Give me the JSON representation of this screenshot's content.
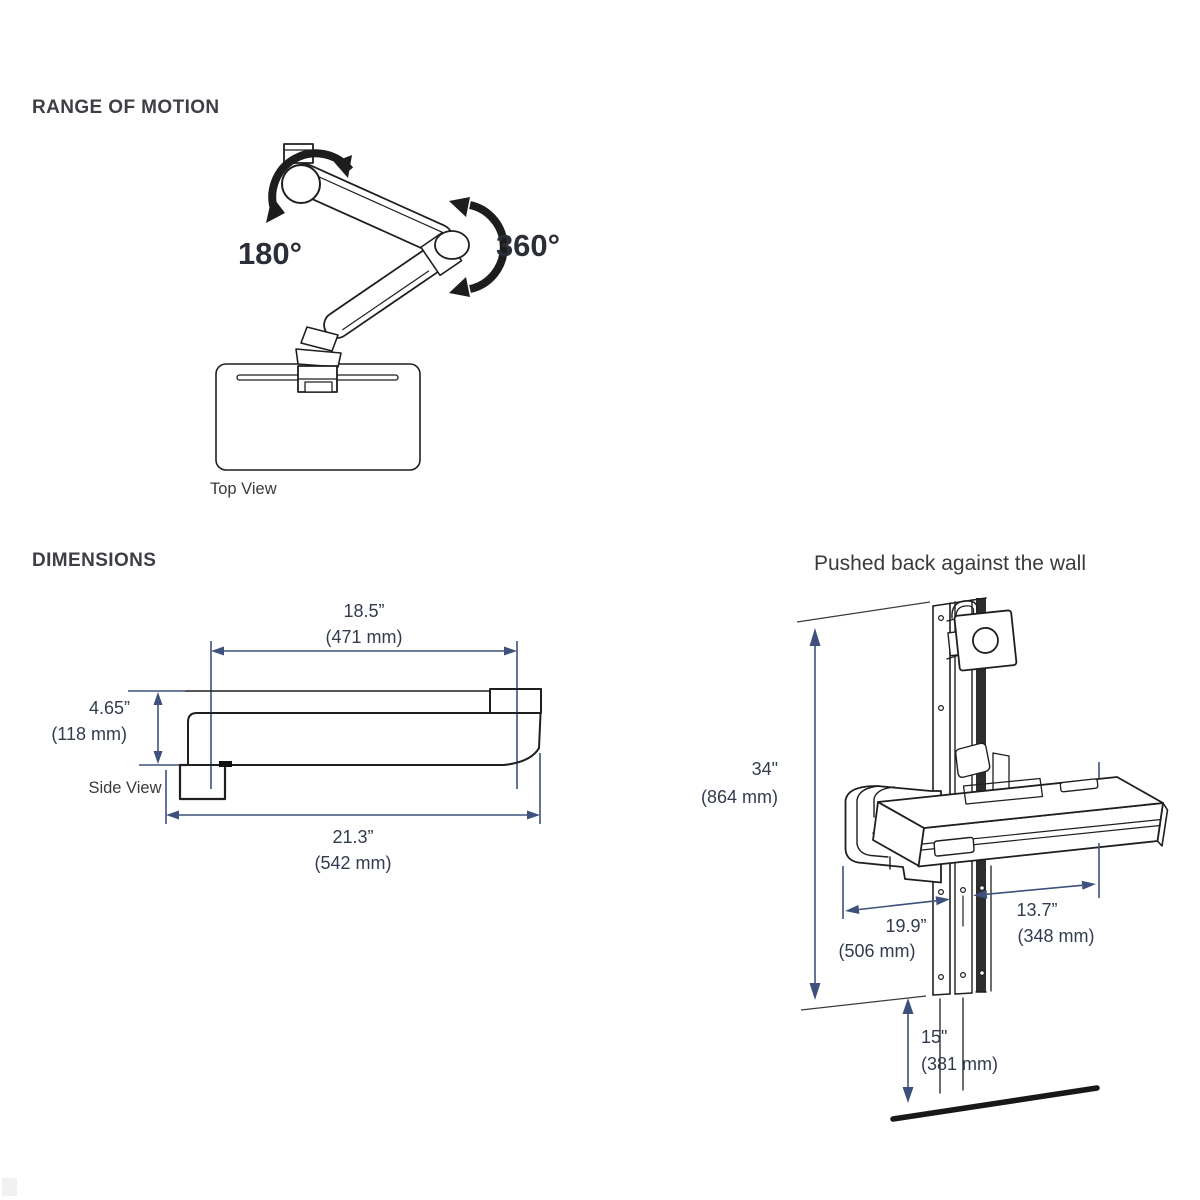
{
  "rom": {
    "title": "RANGE OF MOTION",
    "angle_arm": "180°",
    "angle_elbow": "360°",
    "caption": "Top View"
  },
  "dims": {
    "title": "DIMENSIONS",
    "caption": "Side View",
    "arm_length_in": "18.5”",
    "arm_length_mm": "(471 mm)",
    "height_in": "4.65”",
    "height_mm": "(118 mm)",
    "total_length_in": "21.3”",
    "total_length_mm": "(542 mm)"
  },
  "wall": {
    "title": "Pushed back against the wall",
    "track_height_in": "34\"",
    "track_height_mm": "(864 mm)",
    "tray_depth_in": "19.9”",
    "tray_depth_mm": "(506 mm)",
    "right_extent_in": "13.7”",
    "right_extent_mm": "(348 mm)",
    "floor_clearance_in": "15\"",
    "floor_clearance_mm": "(381 mm)"
  },
  "colors": {
    "dimension_line": "#3d517c",
    "dimension_text": "#333b4e",
    "heading_text": "#3e3e45",
    "drawing_line": "#1f1f1f",
    "background": "#ffffff"
  }
}
